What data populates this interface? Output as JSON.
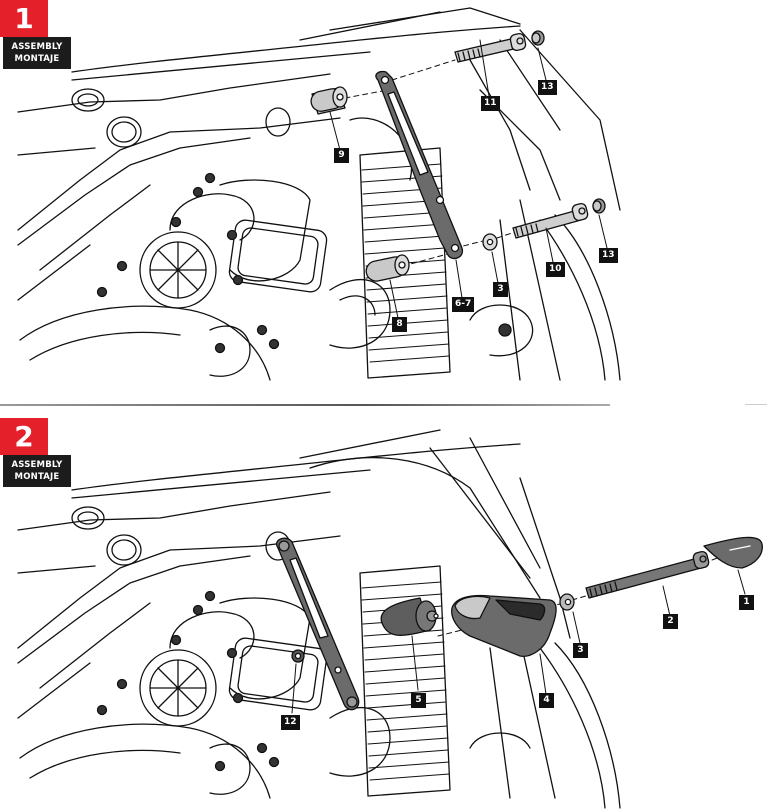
{
  "steps": [
    {
      "number": "1",
      "tag_line1": "ASSEMBLY",
      "tag_line2": "MONTAJE",
      "callouts": [
        "11",
        "13",
        "9",
        "13",
        "10",
        "3",
        "6-7",
        "8"
      ]
    },
    {
      "number": "2",
      "tag_line1": "ASSEMBLY",
      "tag_line2": "MONTAJE",
      "callouts": [
        "1",
        "2",
        "3",
        "5",
        "4",
        "12"
      ]
    }
  ],
  "colors": {
    "step_badge": "#e4202a",
    "tag_background": "#1c1c1c",
    "callout_background": "#111111",
    "bracket_gray": "#6b6b6b",
    "spacer_gray": "#c9c9c9",
    "line": "#111111"
  },
  "icons": {
    "bolt": "bolt-icon",
    "washer": "washer-icon",
    "cap": "cap-icon",
    "spacer": "spacer-icon",
    "bracket": "bracket-icon",
    "slider": "frame-slider-icon",
    "end_cap": "end-cap-icon",
    "nut": "nut-icon"
  }
}
